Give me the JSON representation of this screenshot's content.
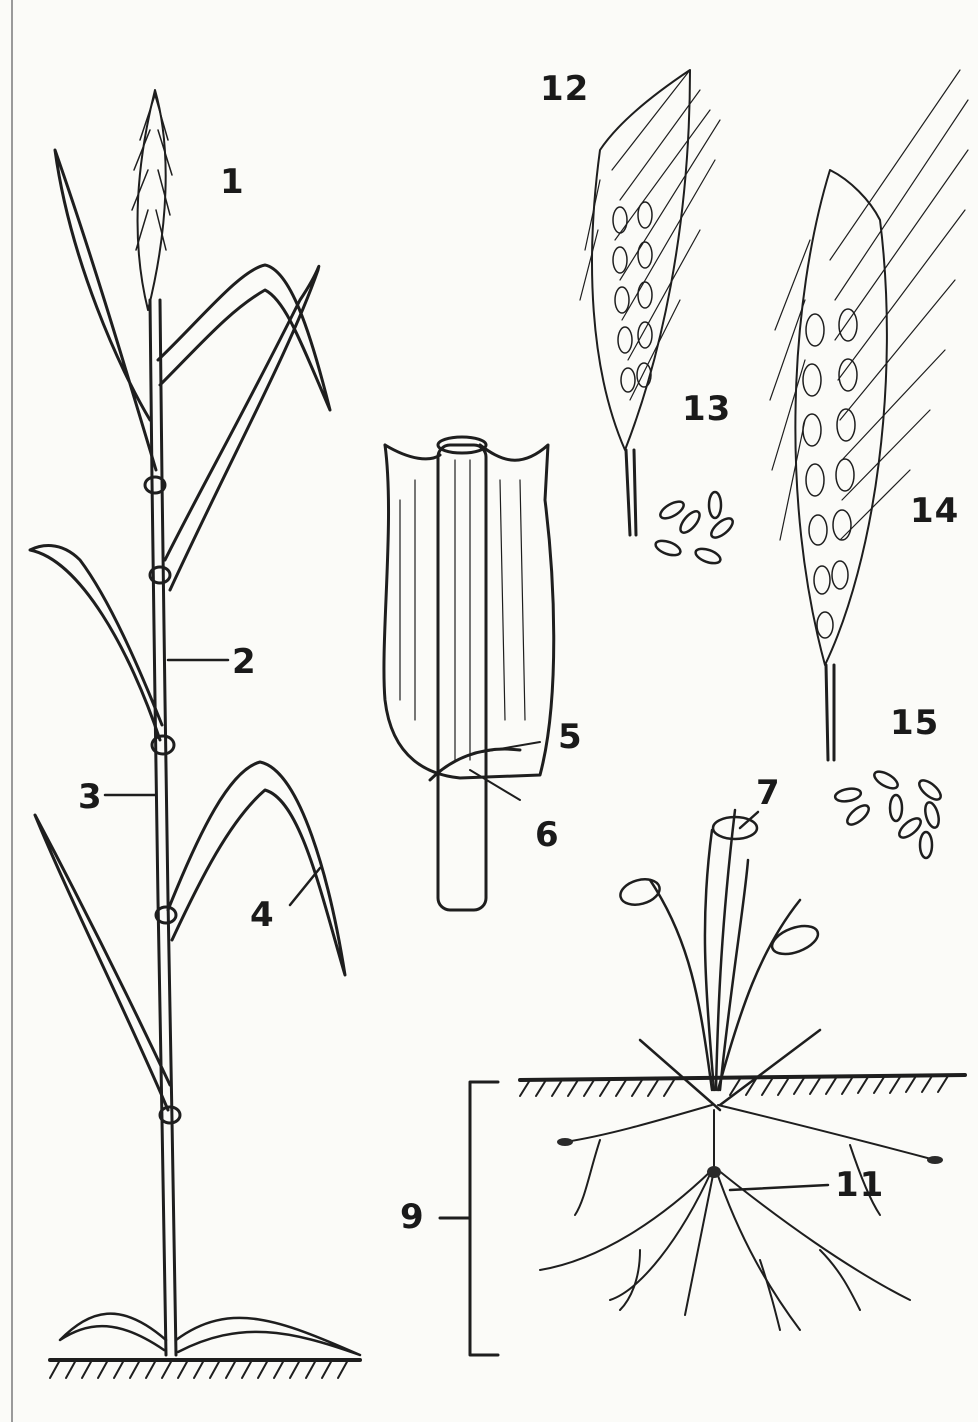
{
  "figure": {
    "labels": [
      {
        "id": "1",
        "text": "1"
      },
      {
        "id": "2",
        "text": "2"
      },
      {
        "id": "3",
        "text": "3"
      },
      {
        "id": "4",
        "text": "4"
      },
      {
        "id": "5",
        "text": "5"
      },
      {
        "id": "6",
        "text": "6"
      },
      {
        "id": "7",
        "text": "7"
      },
      {
        "id": "9",
        "text": "9"
      },
      {
        "id": "11",
        "text": "11"
      },
      {
        "id": "12",
        "text": "12"
      },
      {
        "id": "13",
        "text": "13"
      },
      {
        "id": "14",
        "text": "14"
      },
      {
        "id": "15",
        "text": "15"
      }
    ]
  },
  "colors": {
    "ink": "#1e1e1e",
    "paper": "#fbfbf8"
  }
}
